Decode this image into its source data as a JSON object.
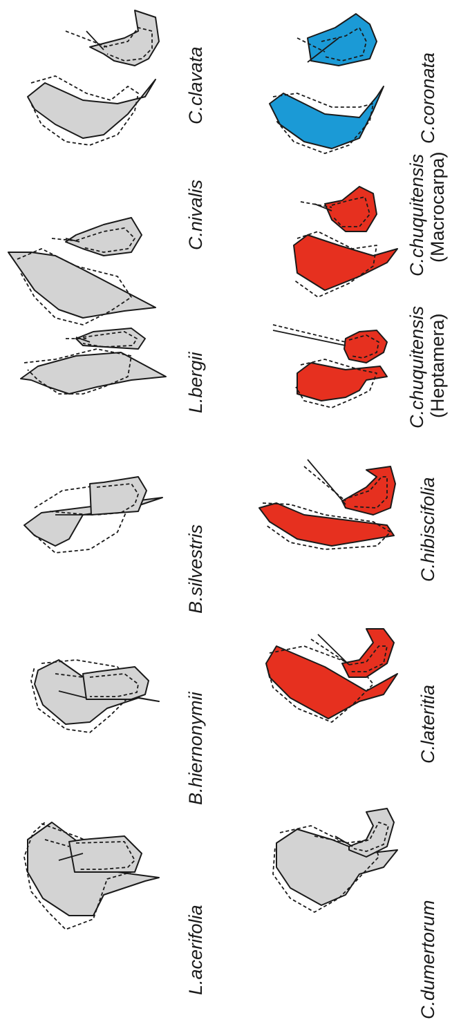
{
  "colors": {
    "grey": "#d3d3d3",
    "red": "#e6301f",
    "blue": "#1b9ad6",
    "outline": "#1a1a1a"
  },
  "panels": [
    {
      "label": "L.acerifolia",
      "fill": "grey"
    },
    {
      "label": "B.hiernonymii",
      "fill": "grey"
    },
    {
      "label": "B.silvestris",
      "fill": "grey"
    },
    {
      "label": "L.bergii",
      "fill": "grey"
    },
    {
      "label": "C.nivalis",
      "fill": "grey"
    },
    {
      "label": "C.clavata",
      "fill": "grey"
    },
    {
      "label": "C.dumertorum",
      "fill": "grey"
    },
    {
      "label": "C.lateritia",
      "fill": "red"
    },
    {
      "label": "C.hibiscifolia",
      "fill": "red"
    },
    {
      "label": "C.chuquitensis",
      "label2": "(Heptamera)",
      "fill": "red"
    },
    {
      "label": "C.chuquitensis",
      "label2": "(Macrocarpa)",
      "fill": "red"
    },
    {
      "label": "C.coronata",
      "fill": "blue"
    }
  ]
}
